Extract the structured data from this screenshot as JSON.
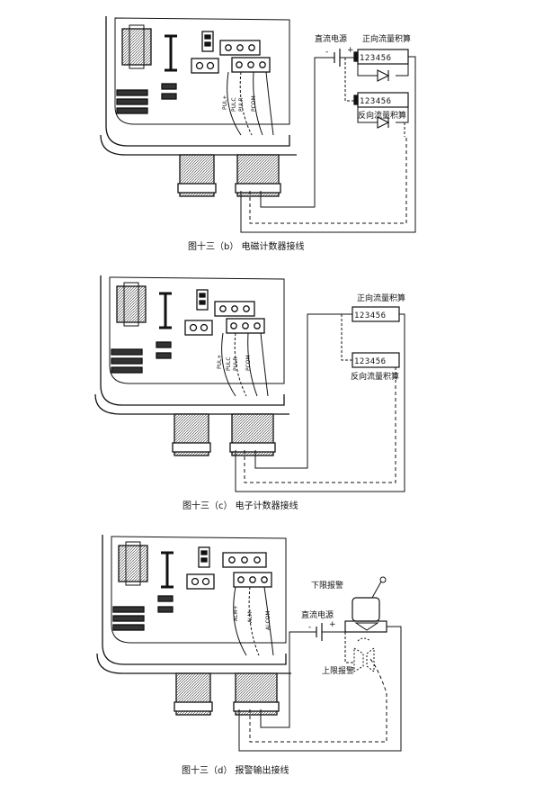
{
  "figures": [
    {
      "caption": "图十三（b） 电磁计数器接线",
      "terminals": [
        "PUL+",
        "PULC",
        "PULR",
        "PCOM"
      ],
      "labels": {
        "dc_power": "直流电源",
        "forward": "正向流量积算",
        "reverse": "反向流量积算",
        "plus": "+",
        "minus": "-"
      },
      "digits": [
        "1",
        "2",
        "3",
        "4",
        "5",
        "6"
      ]
    },
    {
      "caption": "图十三（c） 电子计数器接线",
      "terminals": [
        "PUL+",
        "PULC",
        "PULR",
        "PCOM"
      ],
      "labels": {
        "forward": "正向流量积算",
        "reverse": "反向流量积算"
      },
      "digits": [
        "1",
        "2",
        "3",
        "4",
        "5",
        "6"
      ]
    },
    {
      "caption": "图十三（d） 报警输出接线",
      "terminals": [
        "ALM+",
        "ALM-",
        "ALCOM"
      ],
      "labels": {
        "dc_power": "直流电源",
        "low_alarm": "下限报警",
        "high_alarm": "上限报警",
        "plus": "+",
        "minus": "-"
      }
    }
  ]
}
